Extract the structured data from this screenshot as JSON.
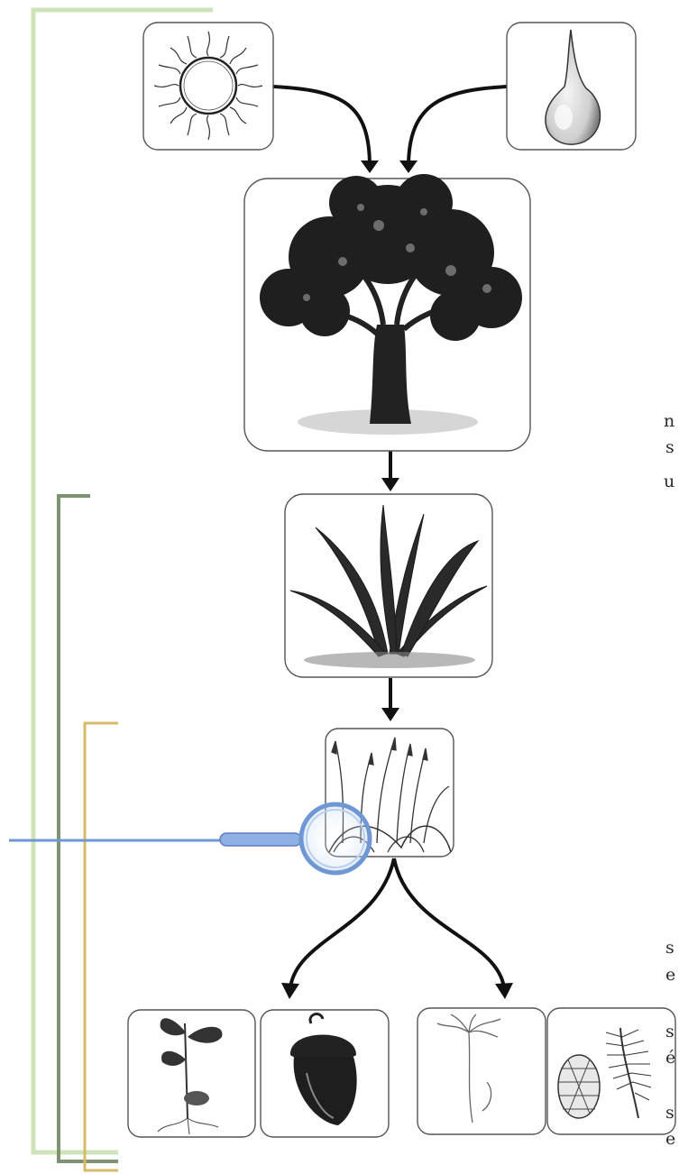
{
  "diagram": {
    "nodes": [
      {
        "id": "sun",
        "icon": "sun-icon"
      },
      {
        "id": "water",
        "icon": "water-drop-icon"
      },
      {
        "id": "tree",
        "icon": "oak-tree-icon"
      },
      {
        "id": "fern",
        "icon": "fern-icon"
      },
      {
        "id": "moss",
        "icon": "moss-icon"
      },
      {
        "id": "seedling",
        "icon": "oak-seedling-icon"
      },
      {
        "id": "acorn",
        "icon": "acorn-icon"
      },
      {
        "id": "sprout",
        "icon": "pine-sprout-icon"
      },
      {
        "id": "pinecone",
        "icon": "pinecone-icon"
      }
    ],
    "edges": [
      [
        "sun",
        "tree"
      ],
      [
        "water",
        "tree"
      ],
      [
        "tree",
        "fern"
      ],
      [
        "fern",
        "moss"
      ],
      [
        "moss",
        "seedling-group"
      ],
      [
        "moss",
        "pine-group"
      ]
    ],
    "brackets": [
      {
        "name": "outer-bracket",
        "color": "#cfe3b8"
      },
      {
        "name": "middle-bracket",
        "color": "#7f9272"
      },
      {
        "name": "inner-bracket",
        "color": "#d9b866"
      }
    ],
    "magnifier": {
      "color": "#6f97d4"
    },
    "clipped_text": [
      "n",
      "s",
      "u",
      "s",
      "e",
      "s",
      "é",
      "s",
      "e"
    ]
  }
}
